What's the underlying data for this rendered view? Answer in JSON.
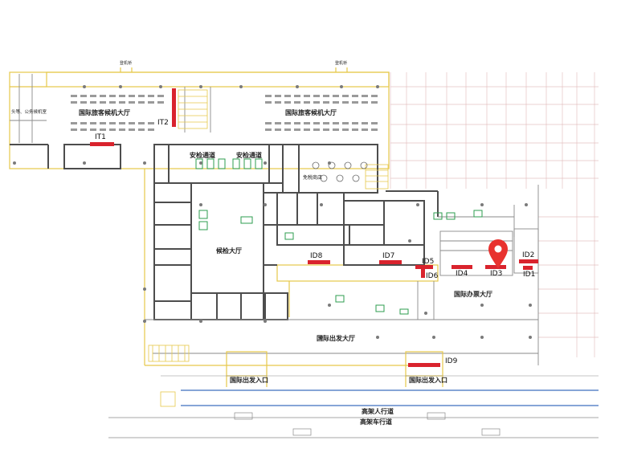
{
  "halls": {
    "intl_check_in_hall_left": "国际旅客候机大厅",
    "intl_check_in_hall_right": "国际旅客候机大厅",
    "security_channel_left": "安检通道",
    "security_channel_right": "安检通道",
    "waiting_hall": "候检大厅",
    "duty_free": "免税商店",
    "intl_ticket_hall": "国际办票大厅",
    "intl_departure_hall": "国际出发大厅",
    "departure_entrance_left": "国际出发入口",
    "departure_entrance_right": "国际出发入口",
    "crew_room": "头等、公务候机室",
    "pedestrian_road": "高架人行道",
    "vehicle_road": "高架车行道",
    "boarding_gate_left": "登机桥",
    "boarding_gate_right": "登机桥"
  },
  "markers": {
    "IT1": "IT1",
    "IT2": "IT2",
    "ID1": "ID1",
    "ID2": "ID2",
    "ID3": "ID3",
    "ID4": "ID4",
    "ID5": "ID5",
    "ID6": "ID6",
    "ID7": "ID7",
    "ID8": "ID8",
    "ID9": "ID9"
  },
  "selected_marker": "ID3",
  "colors": {
    "wall": "#555555",
    "corridor_outline": "#e6c84a",
    "marker": "#d9232d",
    "pin": "#e8322f",
    "equipment": "#2e9e4f",
    "road": "#3f6fbf",
    "grid": "#e0bcbc"
  },
  "icons": [
    "location-pin-icon"
  ]
}
